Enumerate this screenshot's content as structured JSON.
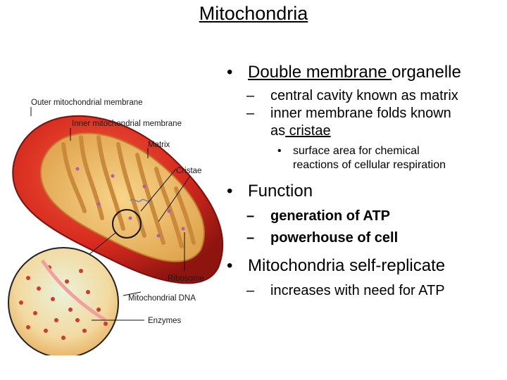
{
  "title": "Mitochondria",
  "figure": {
    "labels": {
      "outer_membrane": "Outer mitochondrial membrane",
      "inner_membrane": "Inner mitochondrial membrane",
      "matrix": "Matrix",
      "cristae": "Cristae",
      "ribosome": "Ribosome",
      "mito_dna": "Mitochondrial DNA",
      "enzymes": "Enzymes"
    }
  },
  "bullets": {
    "b1": {
      "underlined": "Double membrane ",
      "rest": "organelle"
    },
    "b1_sub1": "central cavity known as matrix",
    "b1_sub2": {
      "line1": "inner membrane folds known",
      "line2_prefix": "as",
      "line2_underlined": " cristae"
    },
    "b1_sub2_sub": {
      "line1": "surface area for chemical",
      "line2": "reactions of cellular respiration"
    },
    "b2": "Function",
    "b2_sub1": "generation of ATP",
    "b2_sub2": "powerhouse of cell",
    "b3": "Mitochondria self-replicate",
    "b3_sub1": "increases with need for ATP"
  }
}
